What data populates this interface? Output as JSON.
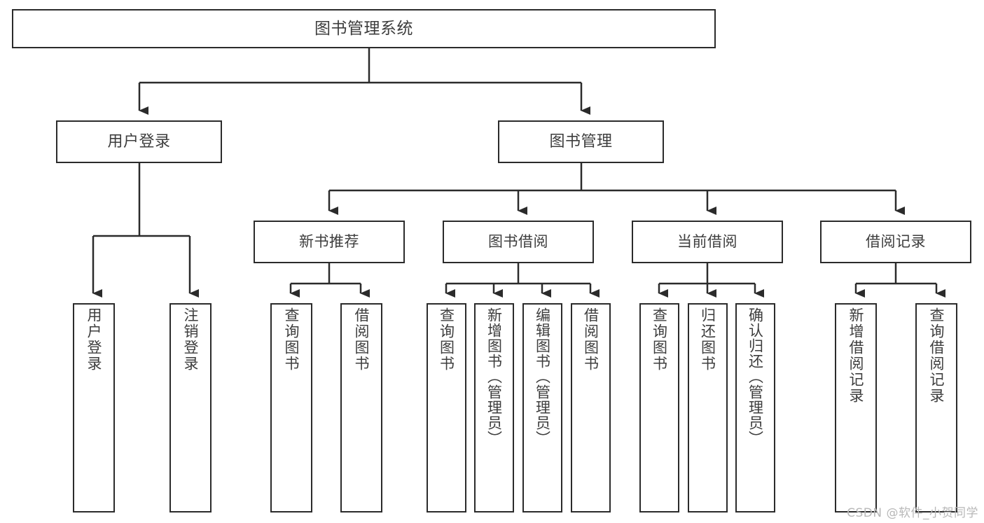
{
  "diagram": {
    "title": "图书管理系统",
    "type": "tree",
    "colors": {
      "stroke": "#2b2b2b",
      "fill": "#ffffff",
      "text": "#3d3d3d",
      "watermark": "#b8b8b8"
    },
    "root": {
      "label": "图书管理系统"
    },
    "tier2": [
      {
        "label": "用户登录"
      },
      {
        "label": "图书管理"
      }
    ],
    "tier3": [
      {
        "label": "新书推荐"
      },
      {
        "label": "图书借阅"
      },
      {
        "label": "当前借阅"
      },
      {
        "label": "借阅记录"
      }
    ],
    "leaves": {
      "user_login": [
        {
          "label": "用户登录"
        },
        {
          "label": "注销登录"
        }
      ],
      "new_book_recommend": [
        {
          "label": "查询图书"
        },
        {
          "label": "借阅图书"
        }
      ],
      "book_borrow": [
        {
          "label": "查询图书"
        },
        {
          "label": "新增图书（管理员）"
        },
        {
          "label": "编辑图书（管理员）"
        },
        {
          "label": "借阅图书"
        }
      ],
      "current_borrow": [
        {
          "label": "查询图书"
        },
        {
          "label": "归还图书"
        },
        {
          "label": "确认归还（管理员）"
        }
      ],
      "borrow_record": [
        {
          "label": "新增借阅记录"
        },
        {
          "label": "查询借阅记录"
        }
      ]
    }
  },
  "watermark": {
    "text": "CSDN @软件_小贺同学"
  }
}
